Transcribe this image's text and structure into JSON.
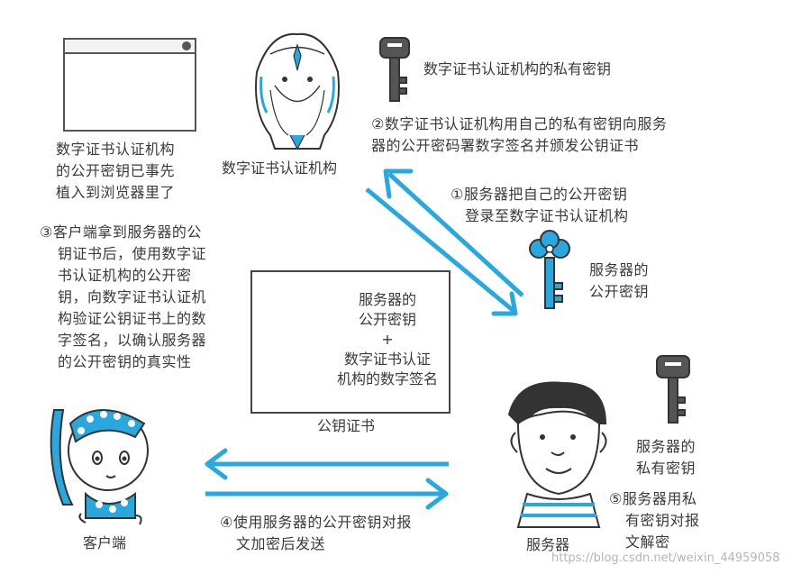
{
  "colors": {
    "accent": "#29a8de",
    "key_dark": "#555555",
    "line": "#333333"
  },
  "browser": {
    "caption": [
      "数字证书认证机构",
      "的公开密钥已事先",
      "植入到浏览器里了"
    ]
  },
  "ca": {
    "label": "数字证书认证机构"
  },
  "ca_private_key": {
    "label": "数字证书认证机构的私有密钥"
  },
  "steps": {
    "step2": [
      "②数字证书认证机构用自己的私有密钥向服务",
      "器的公开密码署数字签名并颁发公钥证书"
    ],
    "step1": [
      "①服务器把自己的公开密钥",
      "登录至数字证书认证机构"
    ],
    "step3": [
      "③客户端拿到服务器的公",
      "钥证书后，使用数字证",
      "书认证机构的公开密",
      "钥，向数字证书认证机",
      "构验证公钥证书上的数",
      "字签名，以确认服务器",
      "的公开密钥的真实性"
    ],
    "step4": [
      "④使用服务器的公开密钥对报",
      "文加密后发送"
    ],
    "step5": [
      "⑤服务器用私",
      "有密钥对报",
      "文解密"
    ]
  },
  "server_public_key": {
    "label": [
      "服务器的",
      "公开密钥"
    ]
  },
  "certificate": {
    "content": [
      "服务器的",
      "公开密钥",
      "+",
      "数字证书认证",
      "机构的数字签名"
    ],
    "caption": "公钥证书"
  },
  "server_private_key": {
    "label": [
      "服务器的",
      "私有密钥"
    ]
  },
  "client": {
    "label": "客户端"
  },
  "server": {
    "label": "服务器"
  },
  "watermark": "https://blog.csdn.net/weixin_44959058"
}
